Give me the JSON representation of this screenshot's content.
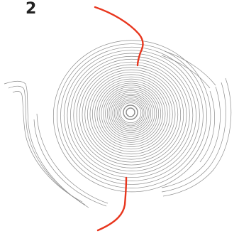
{
  "panel": {
    "label": "2"
  },
  "colors": {
    "background": "#ffffff",
    "contour": "#8c8c8c",
    "highlight": "#e8361e",
    "label": "#222222"
  },
  "figure": {
    "elements": [
      "concentric-contour-rings",
      "spiral-contour-arms",
      "upper-red-curve",
      "lower-red-curve"
    ]
  }
}
